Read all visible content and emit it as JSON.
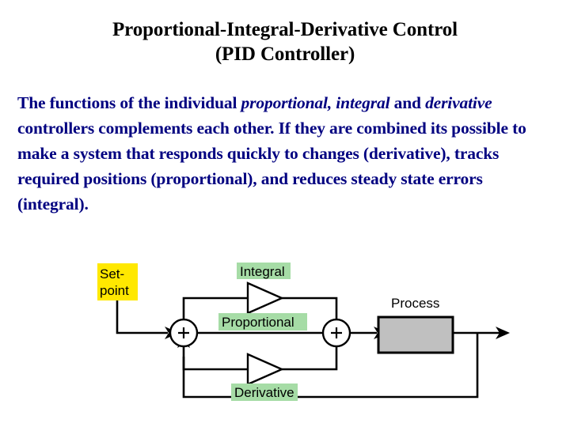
{
  "slide": {
    "title_lines": [
      "Proportional-Integral-Derivative Control",
      "(PID Controller)"
    ],
    "body_segments": [
      {
        "text": "The functions of the individual ",
        "style": "normal"
      },
      {
        "text": "proportional, integral",
        "style": "italic"
      },
      {
        "text": " and ",
        "style": "normal"
      },
      {
        "text": "derivative",
        "style": "italic"
      },
      {
        "text": " controllers complements each other. If  they are combined its possible to make a system that responds quickly to changes (derivative), tracks required positions (proportional), and reduces steady state errors (integral).",
        "style": "normal"
      }
    ],
    "body_plain": "The functions of the individual proportional, integral and derivative controllers complements each other. If  they are combined its possible to make a system that responds quickly to changes (derivative), tracks required positions (proportional), and reduces steady state errors (integral)."
  },
  "diagram": {
    "title": "PID control block diagram",
    "setpoint": {
      "line1": "Set-",
      "line2": "point",
      "fill": "#FFE800",
      "text_color": "#000000"
    },
    "blocks": [
      {
        "name": "integral",
        "label": "Integral",
        "highlight": "#A6DCA6",
        "shape": "triangle-gain"
      },
      {
        "name": "proportional",
        "label": "Proportional",
        "highlight": "#A6DCA6",
        "shape": "wire-label"
      },
      {
        "name": "derivative",
        "label": "Derivative",
        "highlight": "#A6DCA6",
        "shape": "triangle-gain"
      },
      {
        "name": "process",
        "label": "Process",
        "highlight": "none",
        "shape": "rectangle",
        "fill": "#C0C0C0"
      }
    ],
    "summing_junctions": [
      {
        "name": "error-sum",
        "sign": "+"
      },
      {
        "name": "control-sum",
        "sign": "+"
      }
    ],
    "line_color": "#000000",
    "process_fill": "#C0C0C0"
  }
}
